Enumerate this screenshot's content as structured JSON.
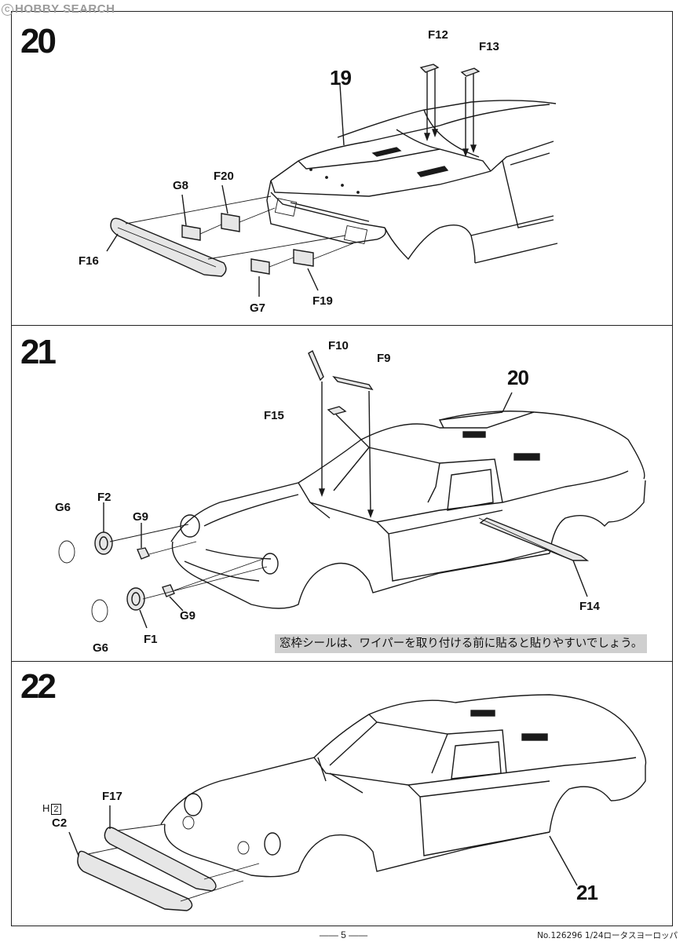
{
  "watermark": "HOBBY SEARCH",
  "steps": [
    {
      "number": "20",
      "base_ref": "19",
      "parts": [
        "F12",
        "F13",
        "G8",
        "F20",
        "F16",
        "G7",
        "F19"
      ]
    },
    {
      "number": "21",
      "base_ref": "20",
      "parts": [
        "F10",
        "F9",
        "F15",
        "G6",
        "F2",
        "G9",
        "G9",
        "F14",
        "G6",
        "F1"
      ],
      "note": "窓枠シールは、ワイパーを取り付ける前に貼ると貼りやすいでしょう。"
    },
    {
      "number": "22",
      "base_ref": "21",
      "parts": [
        "F17",
        "C2"
      ],
      "h_label": "H",
      "h_qty": "2"
    }
  ],
  "footer": {
    "page": "5",
    "code": "No.126296 1/24ロータスヨーロッパ"
  }
}
